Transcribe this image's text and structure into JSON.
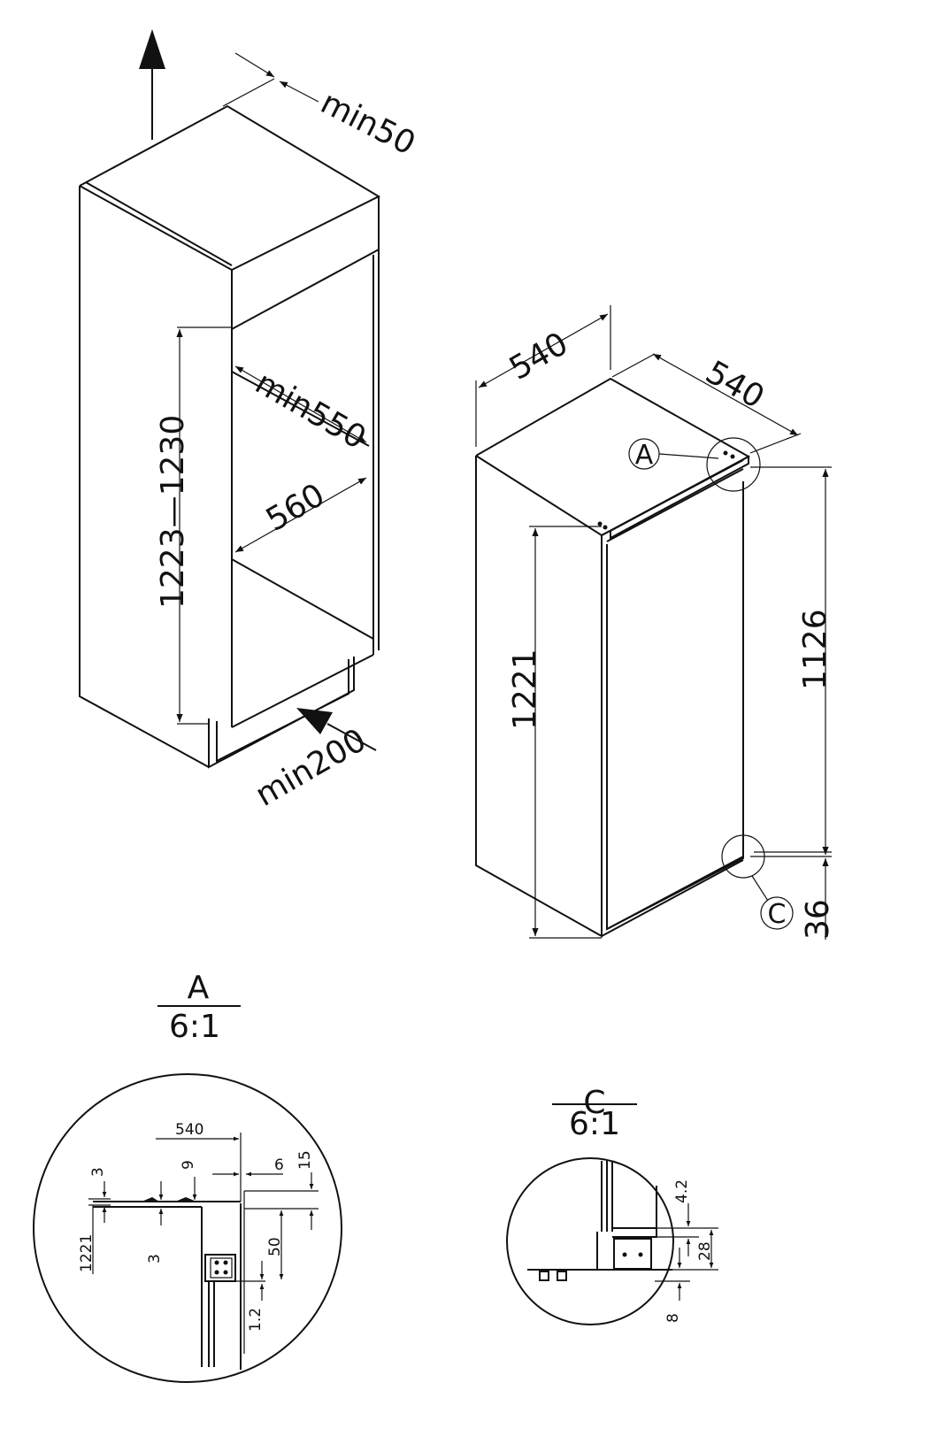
{
  "niche": {
    "clearance_top": "min50",
    "depth_inside": "min550",
    "width_inside": "560",
    "height_range": "1223—1230",
    "clearance_bottom": "min200"
  },
  "appliance": {
    "width": "540",
    "depth": "540",
    "detail_a_marker": "A",
    "detail_c_marker": "C",
    "height_total": "1221",
    "height_door": "1126",
    "base_offset": "36"
  },
  "detail_a": {
    "letter": "A",
    "scale": "6:1",
    "dim_540": "540",
    "dim_9": "9",
    "dim_6": "6",
    "dim_15": "15",
    "dim_3_top": "3",
    "dim_1221": "1221",
    "dim_3_bottom": "3",
    "dim_50": "50",
    "dim_1_2": "1.2"
  },
  "detail_c": {
    "letter": "C",
    "scale": "6:1",
    "dim_4_2": "4.2",
    "dim_28": "28",
    "dim_8": "8"
  }
}
